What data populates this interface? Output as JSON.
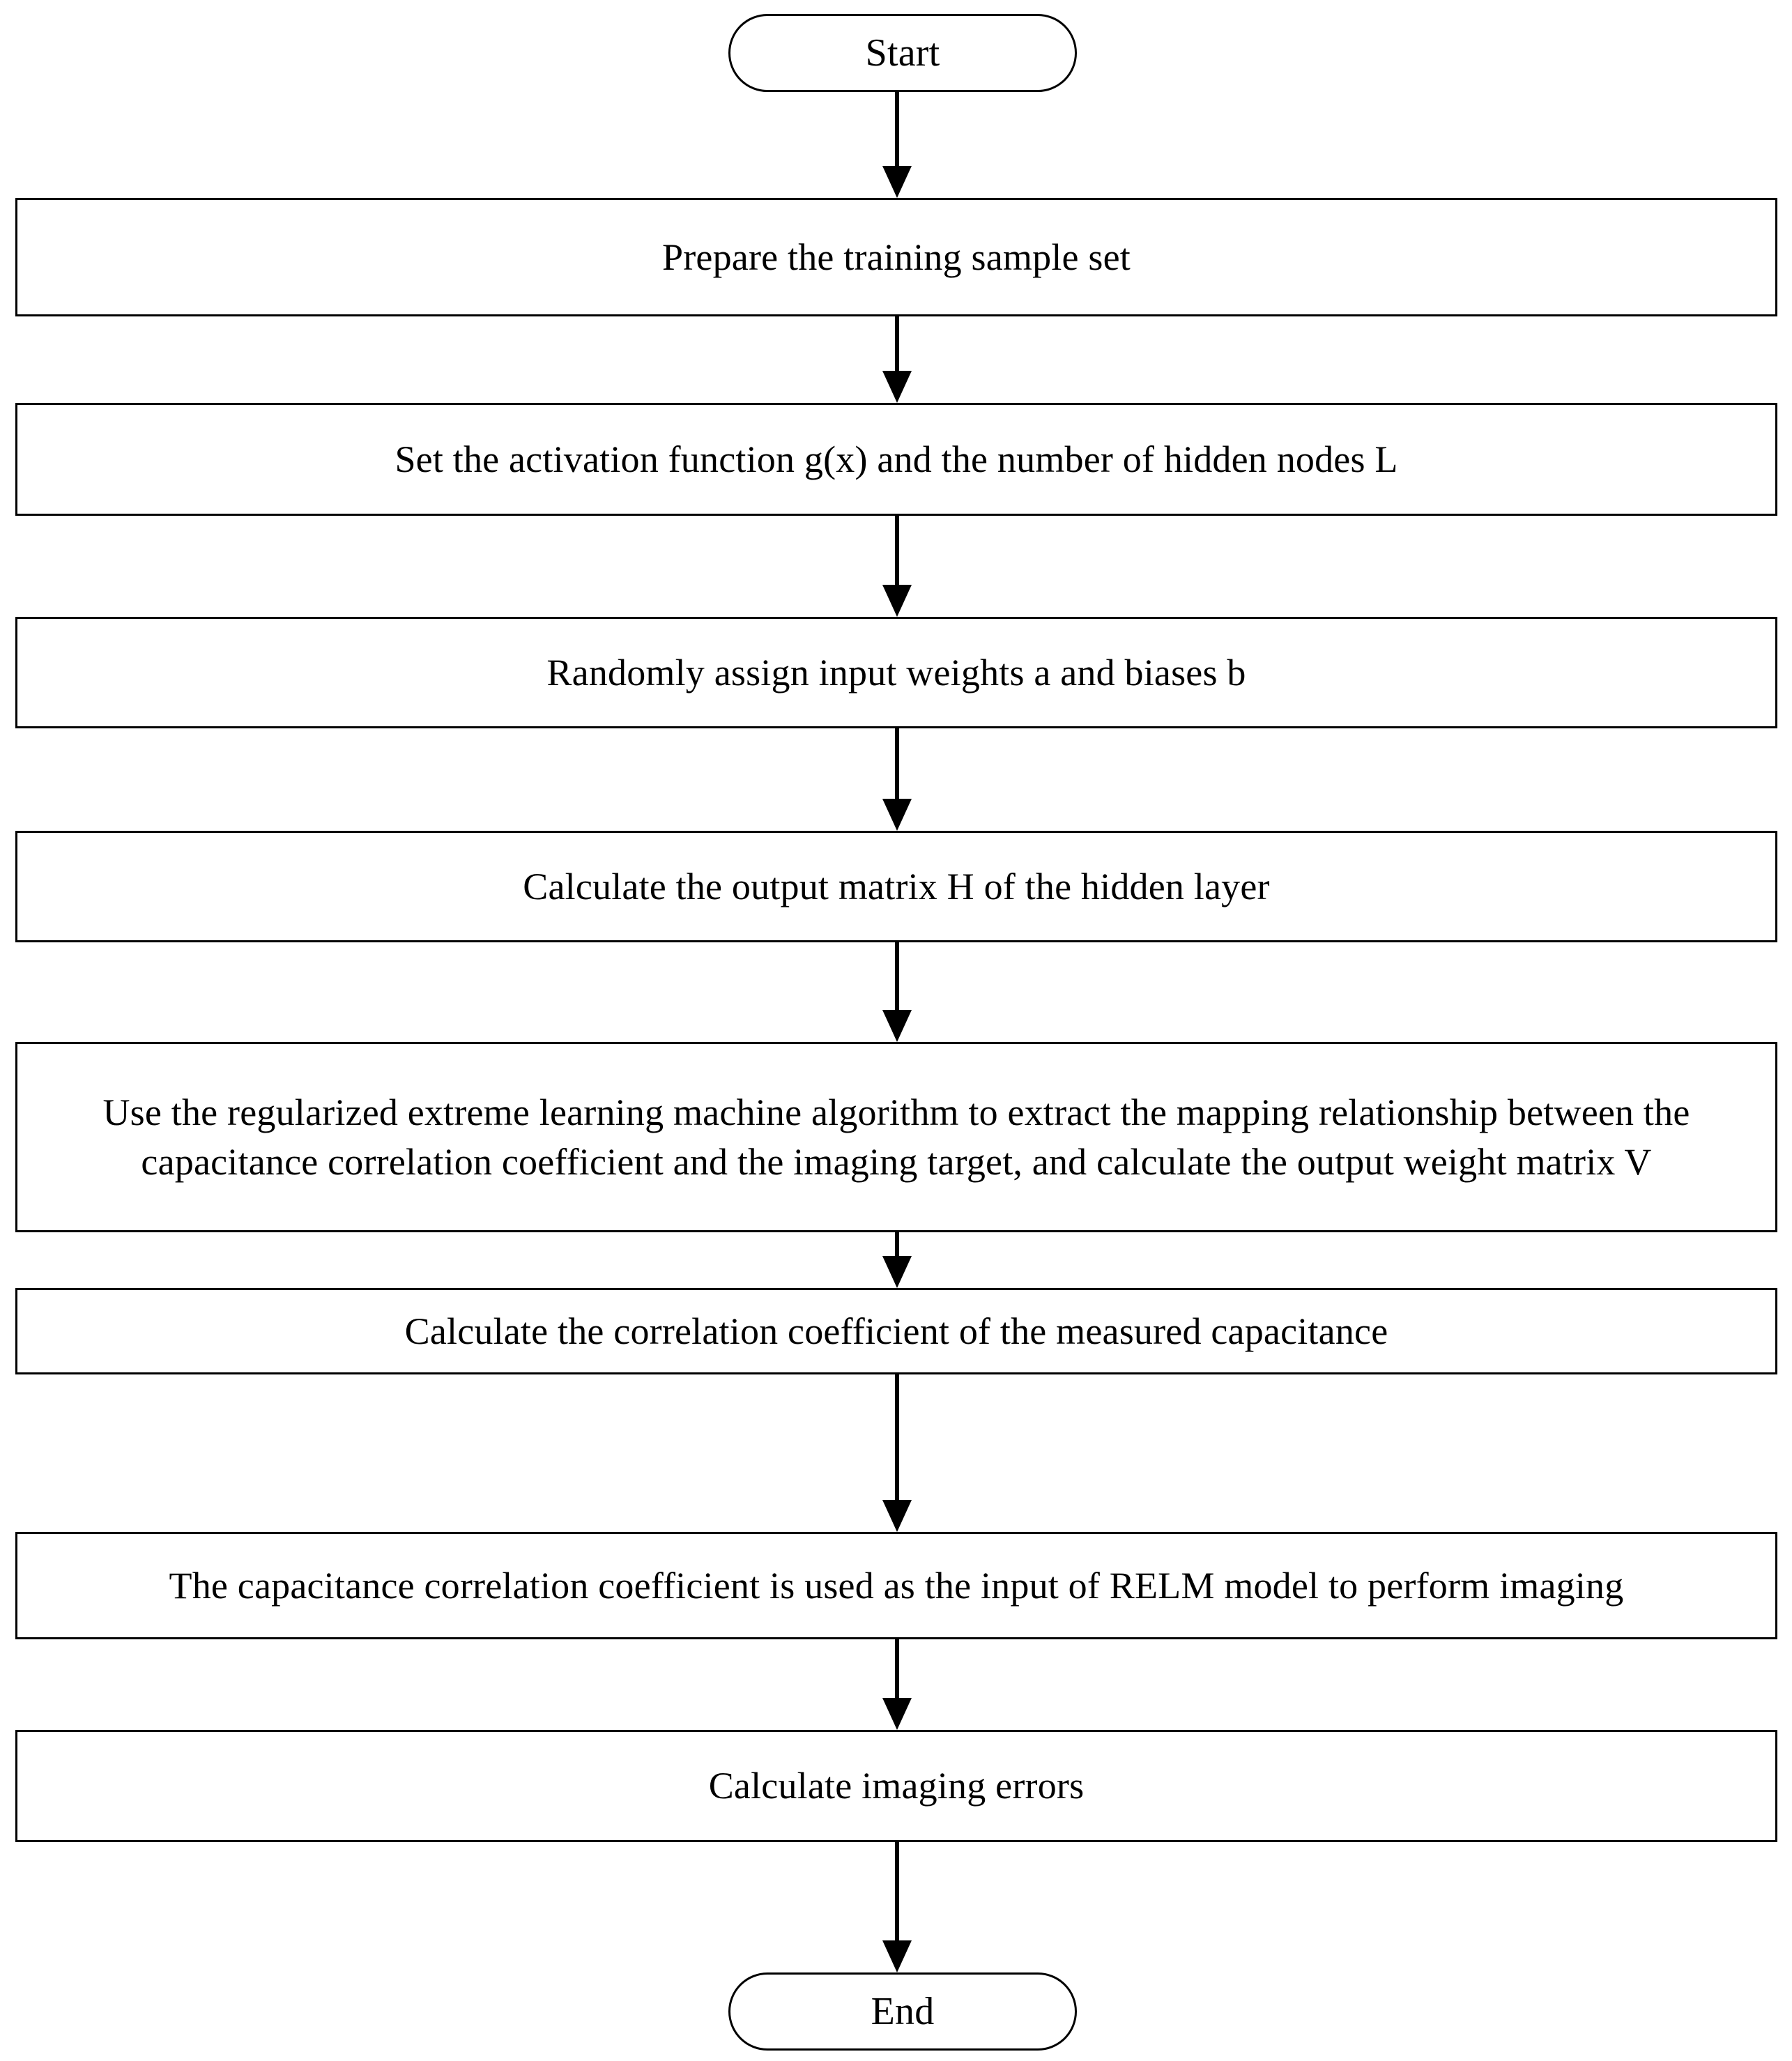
{
  "diagram": {
    "title": "RELM imaging algorithm flowchart",
    "orientation": "top-to-bottom",
    "stroke_color": "#000000",
    "fill_color": "#ffffff",
    "nodes": [
      {
        "id": "start",
        "type": "terminator",
        "label": "Start"
      },
      {
        "id": "step1",
        "type": "process",
        "label": "Prepare the training sample set"
      },
      {
        "id": "step2",
        "type": "process",
        "label": "Set the activation function g(x) and the number of hidden nodes L"
      },
      {
        "id": "step3",
        "type": "process",
        "label": "Randomly assign input weights a and biases b"
      },
      {
        "id": "step4",
        "type": "process",
        "label": "Calculate the output matrix H of the hidden layer"
      },
      {
        "id": "step5",
        "type": "process",
        "label": "Use the regularized extreme learning machine algorithm to extract the mapping relationship between the capacitance correlation coefficient and the imaging target, and calculate the output weight matrix V"
      },
      {
        "id": "step6",
        "type": "process",
        "label": "Calculate the correlation coefficient of the measured capacitance"
      },
      {
        "id": "step7",
        "type": "process",
        "label": "The capacitance correlation coefficient is used as the input of RELM model to perform imaging"
      },
      {
        "id": "step8",
        "type": "process",
        "label": "Calculate imaging errors"
      },
      {
        "id": "end",
        "type": "terminator",
        "label": "End"
      }
    ],
    "edges": [
      {
        "from": "start",
        "to": "step1"
      },
      {
        "from": "step1",
        "to": "step2"
      },
      {
        "from": "step2",
        "to": "step3"
      },
      {
        "from": "step3",
        "to": "step4"
      },
      {
        "from": "step4",
        "to": "step5"
      },
      {
        "from": "step5",
        "to": "step6"
      },
      {
        "from": "step6",
        "to": "step7"
      },
      {
        "from": "step7",
        "to": "step8"
      },
      {
        "from": "step8",
        "to": "end"
      }
    ]
  }
}
